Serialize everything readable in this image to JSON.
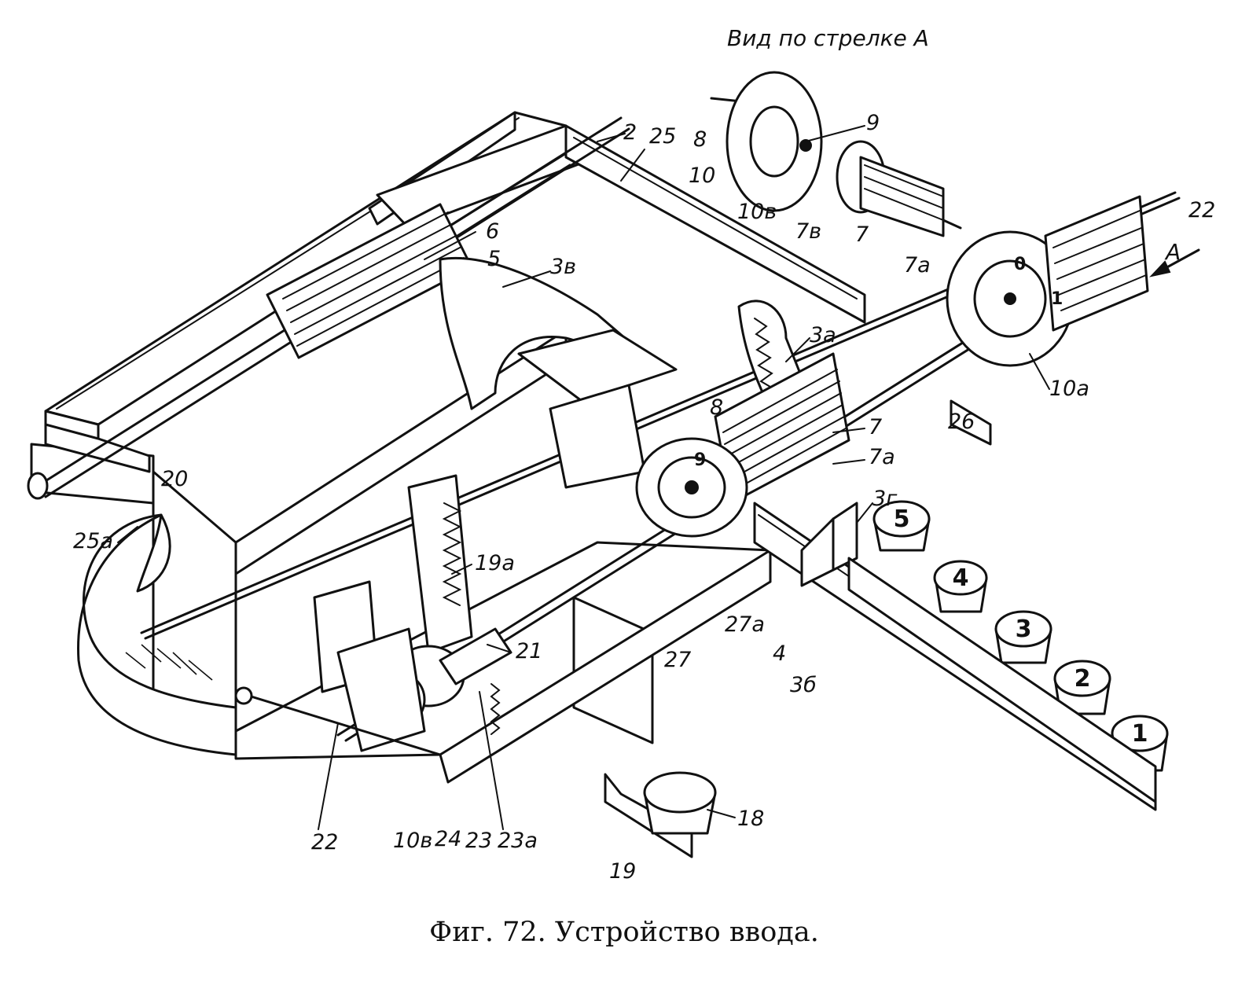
{
  "view_title": "Вид по стрелке А",
  "caption": "Фиг. 72. Устройство ввода.",
  "labels": {
    "l2": "2",
    "l25": "25",
    "l6": "6",
    "l5": "5",
    "l3v": "3в",
    "l8_inset": "8",
    "l9": "9",
    "l10": "10",
    "l10v_inset": "10в",
    "l7v": "7в",
    "l7_inset": "7",
    "l7a_inset": "7а",
    "l22_top": "22",
    "lA": "А",
    "l3a": "3а",
    "l8": "8",
    "l7": "7",
    "l7a": "7а",
    "l10a": "10а",
    "l26": "26",
    "l3g": "3г",
    "l20": "20",
    "l25a": "25а",
    "l19a": "19а",
    "l21": "21",
    "l27": "27",
    "l27a": "27а",
    "l4": "4",
    "l3b": "3б",
    "l22_bottom": "22",
    "l10v": "10в",
    "l24": "24",
    "l23": "23",
    "l23a": "23а",
    "l18": "18",
    "l19": "19"
  },
  "keys": [
    "1",
    "2",
    "3",
    "4",
    "5"
  ],
  "dial_digits": [
    "0",
    "9",
    "1"
  ]
}
